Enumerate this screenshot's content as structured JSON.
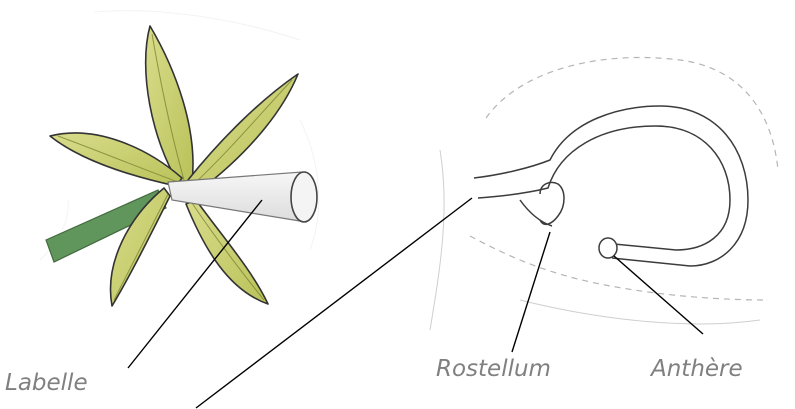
{
  "labels": {
    "labelle": "Labelle",
    "rostellum": "Rostellum",
    "anthere": "Anthère"
  },
  "colors": {
    "leaf": "#c7cf6e",
    "leaf_dark": "#8f9a3a",
    "stem": "#4f8a4a",
    "outline": "#3a3a3a",
    "label_text": "#808080",
    "leader_line": "#000000",
    "sketch_faint": "#c8c8c8"
  }
}
